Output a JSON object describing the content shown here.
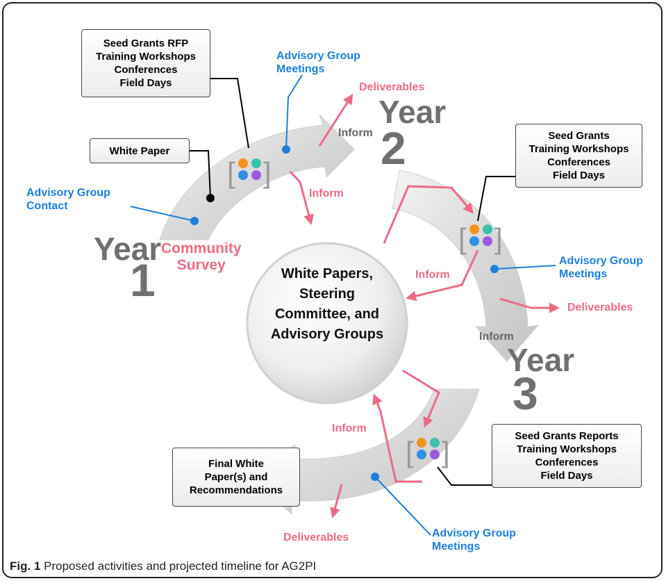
{
  "center": {
    "lines": [
      "White Papers,",
      "Steering",
      "Committee, and",
      "Advisory Groups"
    ]
  },
  "years": {
    "y1": {
      "word": "Year",
      "num": "1"
    },
    "y2": {
      "word": "Year",
      "num": "2"
    },
    "y3": {
      "word": "Year",
      "num": "3"
    }
  },
  "boxes": {
    "seed_rfp": [
      "Seed Grants RFP",
      "Training Workshops",
      "Conferences",
      "Field Days"
    ],
    "white_paper": [
      "White Paper"
    ],
    "seed_grants": [
      "Seed Grants",
      "Training Workshops",
      "Conferences",
      "Field Days"
    ],
    "seed_reports": [
      "Seed Grants Reports",
      "Training Workshops",
      "Conferences",
      "Field Days"
    ],
    "final": [
      "Final White",
      "Paper(s) and",
      "Recommendations"
    ]
  },
  "labels": {
    "advisory_meetings_top": [
      "Advisory Group",
      "Meetings"
    ],
    "advisory_contact": [
      "Advisory Group",
      "Contact"
    ],
    "advisory_meetings_right": [
      "Advisory Group",
      "Meetings"
    ],
    "advisory_meetings_bottom": [
      "Advisory Group",
      "Meetings"
    ],
    "deliverables": "Deliverables",
    "inform": "Inform",
    "community_survey": [
      "Community",
      "Survey"
    ]
  },
  "colors": {
    "blue": "#1c7fdc",
    "pink": "#ee6a86",
    "year_grey": "#707070",
    "dot_orange": "#f6921e",
    "dot_teal": "#3dbfad",
    "dot_blue": "#2f8fe0",
    "dot_purple": "#9b59e0"
  },
  "caption": {
    "label": "Fig. 1",
    "text": " Proposed activities and projected timeline for AG2PI"
  }
}
